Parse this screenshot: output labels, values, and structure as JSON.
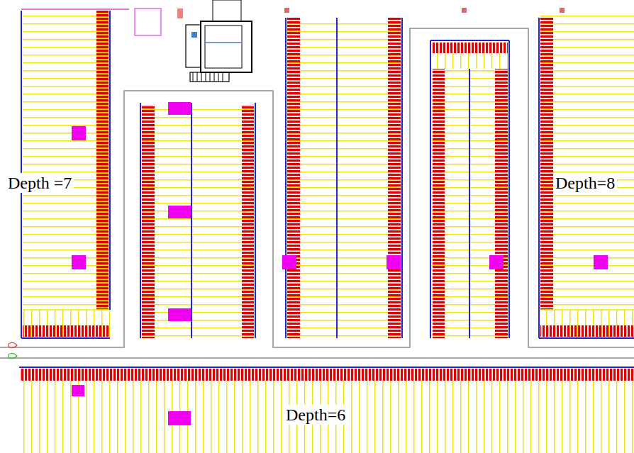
{
  "diagram": {
    "labels": [
      "Depth =7",
      "Depth=8",
      "Depth=6"
    ]
  }
}
